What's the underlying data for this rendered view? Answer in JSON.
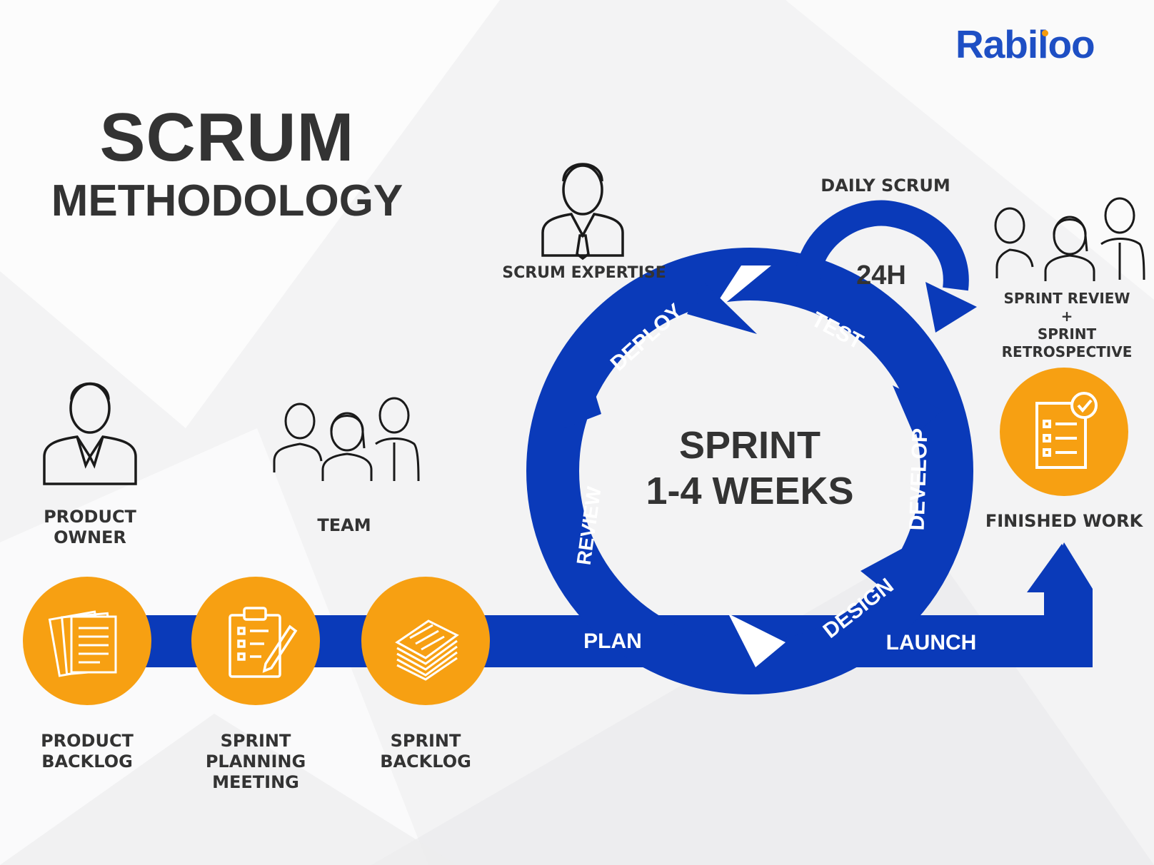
{
  "brand": {
    "logo": "Rabiloo"
  },
  "title": {
    "main": "SCRUM",
    "sub": "METHODOLOGY"
  },
  "roles": {
    "product_owner": "PRODUCT\nOWNER",
    "team": "TEAM",
    "scrum_expertise": "SCRUM EXPERTISE",
    "daily_scrum": "DAILY SCRUM",
    "sprint_review": "SPRINT REVIEW\n+\nSPRINT\nRETROSPECTIVE",
    "finished_work": "FINISHED WORK"
  },
  "artifacts": {
    "product_backlog": "PRODUCT\nBACKLOG",
    "sprint_planning": "SPRINT\nPLANNING\nMEETING",
    "sprint_backlog": "SPRINT\nBACKLOG"
  },
  "cycle": {
    "center_line1": "SPRINT",
    "center_line2": "1-4 WEEKS",
    "daily_duration": "24H",
    "stages": [
      "DEPLOY",
      "TEST",
      "DEVELOP",
      "DESIGN",
      "REVIEW"
    ]
  },
  "flow": {
    "plan": "PLAN",
    "launch": "LAUNCH"
  },
  "colors": {
    "primary_blue": "#0a3ab9",
    "accent_orange": "#f7a012",
    "text_dark": "#333333",
    "logo_blue": "#1e4fc4"
  },
  "icons": [
    "businessman-icon",
    "team-icon",
    "document-stack-icon",
    "clipboard-checklist-icon",
    "paper-pile-icon",
    "checklist-icon"
  ]
}
